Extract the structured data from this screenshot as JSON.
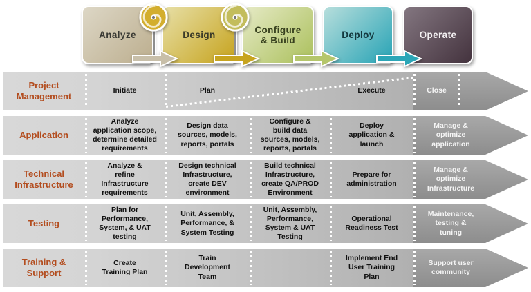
{
  "stages": [
    {
      "label": "Analyze",
      "color_top": "#ddd7c6",
      "color_bottom": "#bcae8e",
      "text_color": "#3a3a34"
    },
    {
      "label": "Design",
      "color_top": "#e7dfa6",
      "color_bottom": "#c6a31d",
      "text_color": "#3a3a28"
    },
    {
      "label": "Configure\n& Build",
      "color_top": "#e6eac6",
      "color_bottom": "#abc05c",
      "text_color": "#37401e"
    },
    {
      "label": "Deploy",
      "color_top": "#b7dedc",
      "color_bottom": "#27a3b5",
      "text_color": "#13383e"
    },
    {
      "label": "Operate",
      "color_top": "#837680",
      "color_bottom": "#44333e",
      "text_color": "#f3f0f2"
    }
  ],
  "connectors": {
    "spiral_colors": [
      "#d3ae2e",
      "#c3bd5c"
    ],
    "arrow_colors": [
      "#c8bfa9",
      "#c7a41f",
      "#b5c66b",
      "#2ba6b7"
    ]
  },
  "rows": [
    {
      "header": "Project\nManagement",
      "cells": [
        "Initiate",
        "Plan",
        "",
        "Execute",
        "Close"
      ]
    },
    {
      "header": "Application",
      "cells": [
        "Analyze\napplication scope,\ndetermine detailed\nrequirements",
        "Design data\nsources, models,\nreports, portals",
        "Configure &\nbuild data\nsources, models,\nreports, portals",
        "Deploy\napplication &\nlaunch",
        "Manage &\noptimize\napplication"
      ]
    },
    {
      "header": "Technical\nInfrastructure",
      "cells": [
        "Analyze &\nrefine\nInfrastructure\nrequirements",
        "Design technical\nInfrastructure,\ncreate DEV\nenvironment",
        "Build technical\nInfrastructure,\ncreate QA/PROD\nEnvironment",
        "Prepare for\nadministration",
        "Manage &\noptimize\nInfrastructure"
      ]
    },
    {
      "header": "Testing",
      "cells": [
        "Plan for\nPerformance,\nSystem, & UAT\ntesting",
        "Unit, Assembly,\nPerformance, &\nSystem Testing",
        "Unit, Assembly,\nPerformance,\nSystem & UAT\nTesting",
        "Operational\nReadiness Test",
        "Maintenance,\ntesting &\ntuning"
      ]
    },
    {
      "header": "Training &\nSupport",
      "cells": [
        "Create\nTraining Plan",
        "Train\nDevelopment\nTeam",
        "",
        "Implement End\nUser Training\nPlan",
        "Support user\ncommunity"
      ]
    }
  ],
  "palette": {
    "band_light": "#d8d8d8",
    "band_deep": "#b0b0b0",
    "band_dark": "#9a9a9a",
    "header_text": "#b34d1f",
    "cell_text": "#111111",
    "cell_text_white": "#f4f4f4"
  }
}
